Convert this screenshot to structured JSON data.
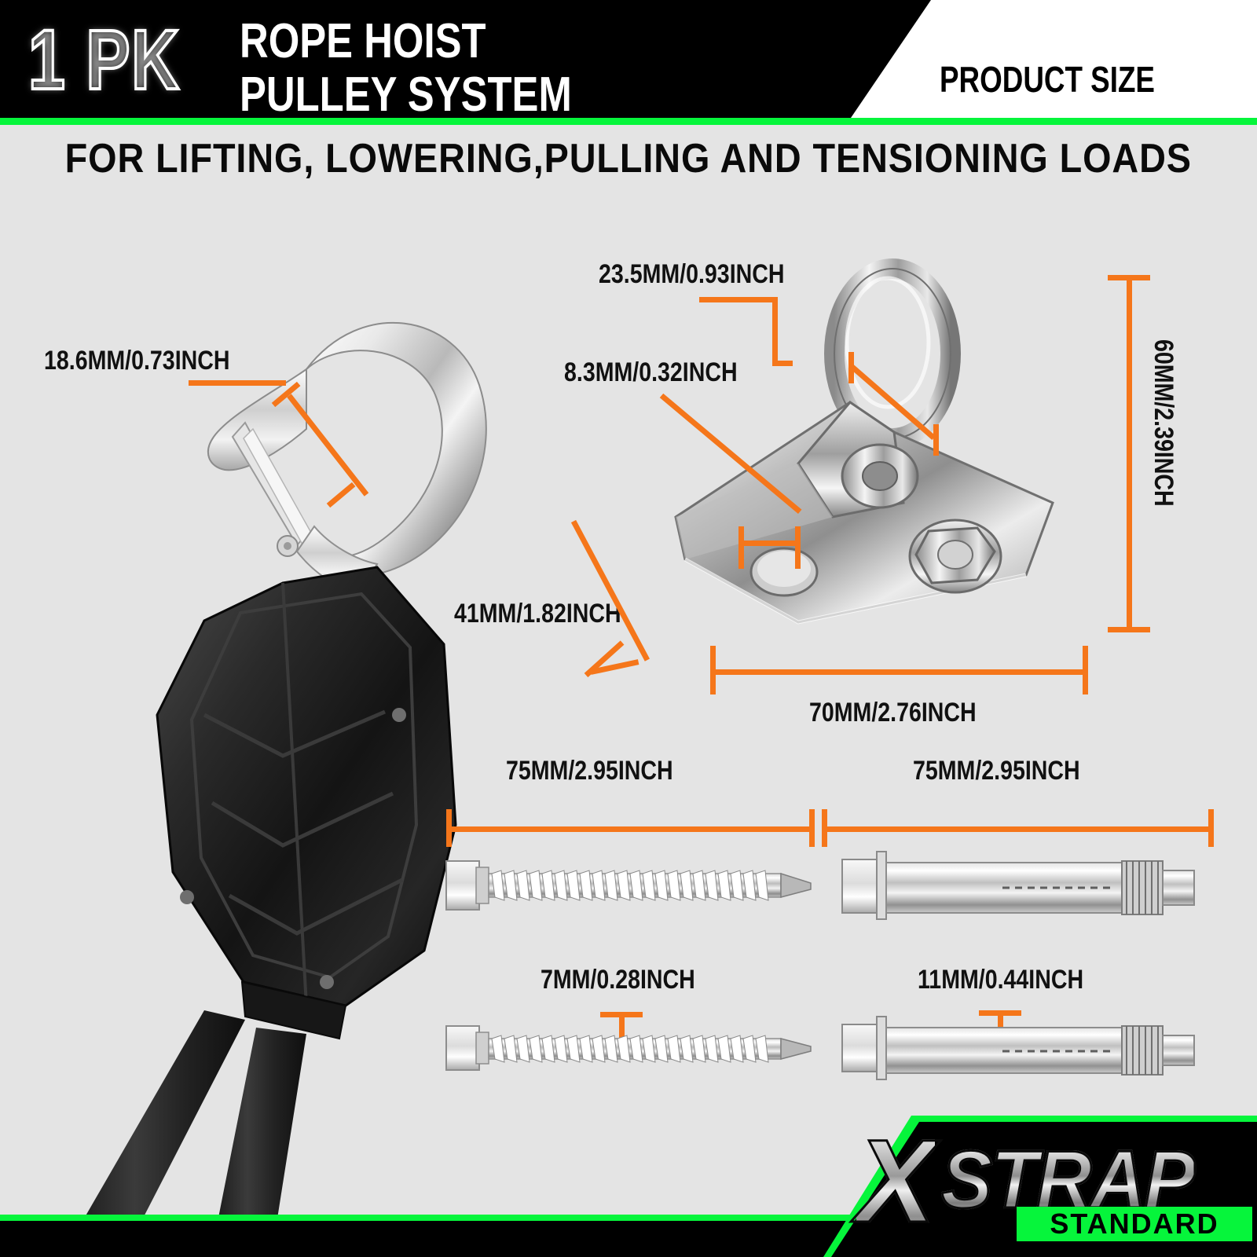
{
  "header": {
    "pack_count": "1 PK",
    "title_line1": "ROPE HOIST",
    "title_line2": "PULLEY SYSTEM",
    "right_label": "PRODUCT SIZE",
    "subtitle": "FOR  LIFTING,  LOWERING,PULLING  AND  TENSIONING  LOADS"
  },
  "colors": {
    "background": "#E4E4E4",
    "accent_green": "#06F53B",
    "accent_orange": "#F5761A",
    "black": "#000000",
    "white": "#FFFFFF"
  },
  "dimensions": {
    "hook_throat": "18.6MM/0.73INCH",
    "bracket_eye": "23.5MM/0.93INCH",
    "bracket_hole": "8.3MM/0.32INCH",
    "bracket_height": "60MM/2.39INCH",
    "bracket_side": "41MM/1.82INCH",
    "bracket_width": "70MM/2.76INCH",
    "lag_screw_length": "75MM/2.95INCH",
    "anchor_bolt_length": "75MM/2.95INCH",
    "lag_screw_diameter": "7MM/0.28INCH",
    "anchor_bolt_diameter": "11MM/0.44INCH"
  },
  "parts": {
    "hook": "chrome-hook-with-safety-latch",
    "pulley_body": "black-pulley-housing",
    "rope": "black-braided-rope",
    "bracket": "chrome-triangular-mounting-bracket",
    "lag_screw": "hex-head-lag-screw",
    "anchor_bolt": "sleeve-anchor-bolt"
  },
  "footer": {
    "brand_x": "X",
    "brand_name": "STRAP",
    "brand_tier": "STANDARD"
  }
}
